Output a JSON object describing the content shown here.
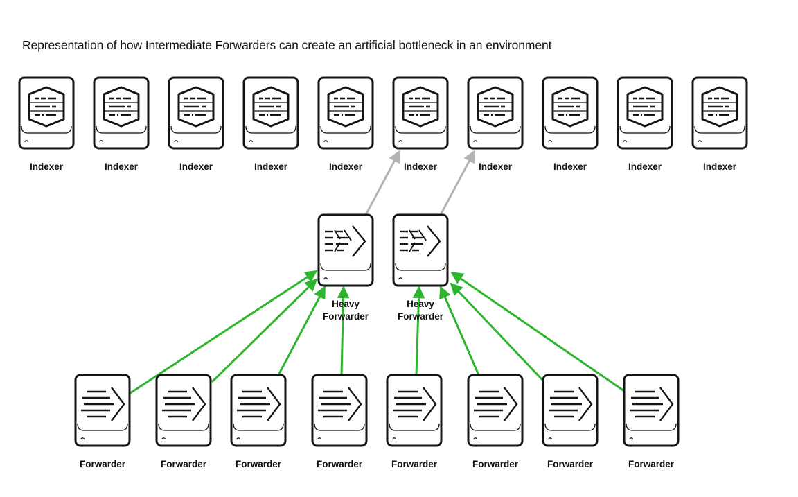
{
  "title": "Representation of how Intermediate Forwarders can create an artificial bottleneck in an environment",
  "colors": {
    "data_flow_arrow": "#2db52d",
    "output_arrow": "#b3b3b3",
    "node_outline": "#151515"
  },
  "indexers": [
    {
      "id": "idx1",
      "label": "Indexer",
      "icon": "indexer-icon"
    },
    {
      "id": "idx2",
      "label": "Indexer",
      "icon": "indexer-icon"
    },
    {
      "id": "idx3",
      "label": "Indexer",
      "icon": "indexer-icon"
    },
    {
      "id": "idx4",
      "label": "Indexer",
      "icon": "indexer-icon"
    },
    {
      "id": "idx5",
      "label": "Indexer",
      "icon": "indexer-icon"
    },
    {
      "id": "idx6",
      "label": "Indexer",
      "icon": "indexer-icon"
    },
    {
      "id": "idx7",
      "label": "Indexer",
      "icon": "indexer-icon"
    },
    {
      "id": "idx8",
      "label": "Indexer",
      "icon": "indexer-icon"
    },
    {
      "id": "idx9",
      "label": "Indexer",
      "icon": "indexer-icon"
    },
    {
      "id": "idx10",
      "label": "Indexer",
      "icon": "indexer-icon"
    }
  ],
  "heavy_forwarders": [
    {
      "id": "hf1",
      "label_lines": [
        "Heavy",
        "Forwarder"
      ],
      "icon": "heavy-forwarder-icon"
    },
    {
      "id": "hf2",
      "label_lines": [
        "Heavy",
        "Forwarder"
      ],
      "icon": "heavy-forwarder-icon"
    }
  ],
  "forwarders": [
    {
      "id": "fw1",
      "label": "Forwarder",
      "icon": "forwarder-icon"
    },
    {
      "id": "fw2",
      "label": "Forwarder",
      "icon": "forwarder-icon"
    },
    {
      "id": "fw3",
      "label": "Forwarder",
      "icon": "forwarder-icon"
    },
    {
      "id": "fw4",
      "label": "Forwarder",
      "icon": "forwarder-icon"
    },
    {
      "id": "fw5",
      "label": "Forwarder",
      "icon": "forwarder-icon"
    },
    {
      "id": "fw6",
      "label": "Forwarder",
      "icon": "forwarder-icon"
    },
    {
      "id": "fw7",
      "label": "Forwarder",
      "icon": "forwarder-icon"
    },
    {
      "id": "fw8",
      "label": "Forwarder",
      "icon": "forwarder-icon"
    }
  ],
  "edges": [
    {
      "from": "fw1",
      "to": "hf1",
      "kind": "data_flow"
    },
    {
      "from": "fw2",
      "to": "hf1",
      "kind": "data_flow"
    },
    {
      "from": "fw3",
      "to": "hf1",
      "kind": "data_flow"
    },
    {
      "from": "fw4",
      "to": "hf1",
      "kind": "data_flow"
    },
    {
      "from": "fw5",
      "to": "hf2",
      "kind": "data_flow"
    },
    {
      "from": "fw6",
      "to": "hf2",
      "kind": "data_flow"
    },
    {
      "from": "fw7",
      "to": "hf2",
      "kind": "data_flow"
    },
    {
      "from": "fw8",
      "to": "hf2",
      "kind": "data_flow"
    },
    {
      "from": "hf1",
      "to": "idx6",
      "kind": "output"
    },
    {
      "from": "hf2",
      "to": "idx7",
      "kind": "output"
    }
  ]
}
